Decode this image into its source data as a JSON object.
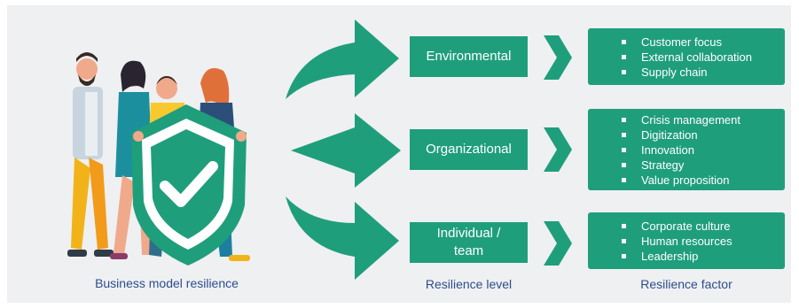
{
  "illustration": {
    "description_icon": "people-holding-shield-with-checkmark-icon"
  },
  "levels": [
    {
      "label": "Environmental"
    },
    {
      "label": "Organizational"
    },
    {
      "label": "Individual /\nteam"
    }
  ],
  "factors": [
    {
      "items": [
        "Customer focus",
        "External collaboration",
        "Supply chain"
      ]
    },
    {
      "items": [
        "Crisis management",
        "Digitization",
        "Innovation",
        "Strategy",
        "Value proposition"
      ]
    },
    {
      "items": [
        "Corporate culture",
        "Human resources",
        "Leadership"
      ]
    }
  ],
  "captions": {
    "left": "Business model resilience",
    "middle": "Resilience level",
    "right": "Resilience factor"
  },
  "colors": {
    "accent": "#1f9e7c",
    "panel": "#eef0f2",
    "caption": "#2f4d8a"
  }
}
